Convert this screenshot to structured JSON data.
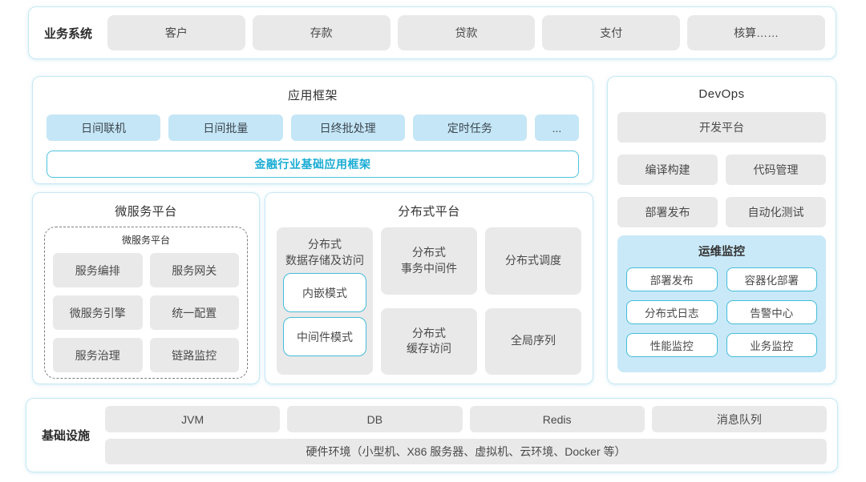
{
  "colors": {
    "accent_cyan": "#45bcd9",
    "brand_text": "#18acd4",
    "light_blue_fill": "#c5e6f6",
    "monitor_fill": "#c9e9f8",
    "gray_fill": "#e9e9e9",
    "container_border": "#c6e8f3"
  },
  "business": {
    "label": "业务系统",
    "items": [
      "客户",
      "存款",
      "贷款",
      "支付",
      "核算……"
    ]
  },
  "app_framework": {
    "title": "应用框架",
    "items": [
      "日间联机",
      "日间批量",
      "日终批处理",
      "定时任务",
      "..."
    ],
    "base_label": "金融行业基础应用框架"
  },
  "devops": {
    "title": "DevOps",
    "platform": "开发平台",
    "items": [
      "编译构建",
      "代码管理",
      "部署发布",
      "自动化测试"
    ],
    "monitor": {
      "title": "运维监控",
      "items": [
        "部署发布",
        "容器化部署",
        "分布式日志",
        "告警中心",
        "性能监控",
        "业务监控"
      ]
    }
  },
  "microservices": {
    "title": "微服务平台",
    "inner_title": "微服务平台",
    "items": [
      "服务编排",
      "服务网关",
      "微服务引擎",
      "统一配置",
      "服务治理",
      "链路监控"
    ]
  },
  "distributed": {
    "title": "分布式平台",
    "storage": {
      "label": "分布式\n数据存储及访问",
      "modes": [
        "内嵌模式",
        "中间件模式"
      ]
    },
    "cells": [
      "分布式\n事务中间件",
      "分布式调度",
      "分布式\n缓存访问",
      "全局序列"
    ]
  },
  "infrastructure": {
    "label": "基础设施",
    "items": [
      "JVM",
      "DB",
      "Redis",
      "消息队列"
    ],
    "hardware": "硬件环境（小型机、X86 服务器、虚拟机、云环境、Docker 等）"
  }
}
